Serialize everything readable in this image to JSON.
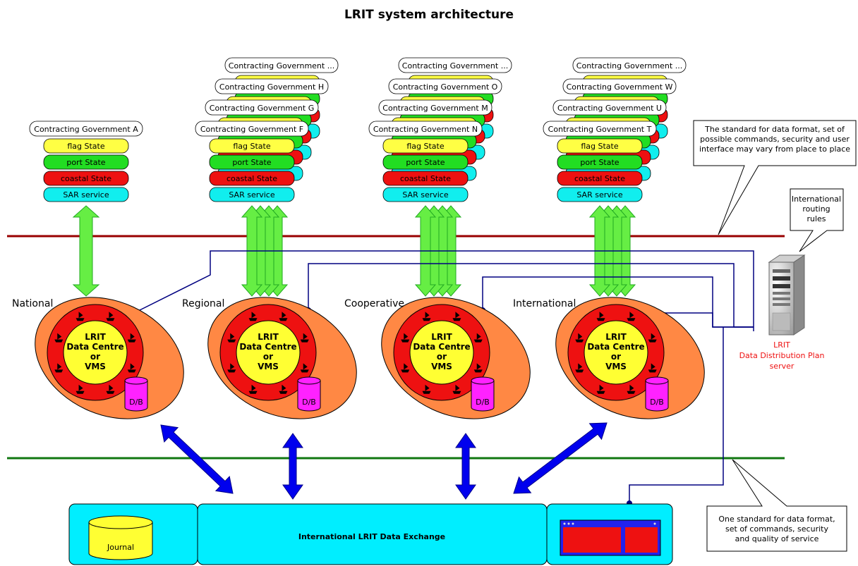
{
  "title": "LRIT system architecture",
  "roles": [
    "flag State",
    "port State",
    "coastal State",
    "SAR service"
  ],
  "role_colors": [
    "#ffff44",
    "#22dd22",
    "#ee1111",
    "#11eeee"
  ],
  "groups": [
    {
      "type": "National",
      "governments": [
        "Contracting Government A"
      ]
    },
    {
      "type": "Regional",
      "governments": [
        "Contracting Government ...",
        "Contracting Government H",
        "Contracting Government G",
        "Contracting Government F"
      ]
    },
    {
      "type": "Cooperative",
      "governments": [
        "Contracting Government ...",
        "Contracting Government O",
        "Contracting Government M",
        "Contracting Government N"
      ]
    },
    {
      "type": "International",
      "governments": [
        "Contracting Government ...",
        "Contracting Government W",
        "Contracting Government U",
        "Contracting Government T"
      ]
    }
  ],
  "data_centre": {
    "lines": [
      "LRIT",
      "Data Centre",
      "or",
      "VMS"
    ],
    "db": "D/B"
  },
  "server": {
    "lines": [
      "LRIT",
      "Data Distribution Plan",
      "server"
    ]
  },
  "callout_top": [
    "The standard for data format, set of",
    "possible commands, security and user",
    "interface may vary from place to place"
  ],
  "callout_routing": [
    "International",
    "routing",
    "rules"
  ],
  "callout_bottom": [
    "One standard for data format,",
    "set of commands, security",
    "and quality of service"
  ],
  "exchange": {
    "label": "International LRIT Data Exchange",
    "journal": "Journal"
  },
  "colors": {
    "top_line": "#990000",
    "bottom_line": "#117711",
    "link": "#000080",
    "arrow_blue": "#0000ee",
    "arrow_green": "#66ee44",
    "ellipse": "#ff8844",
    "cyan_box": "#00eeff",
    "db": "#ff22ff"
  }
}
